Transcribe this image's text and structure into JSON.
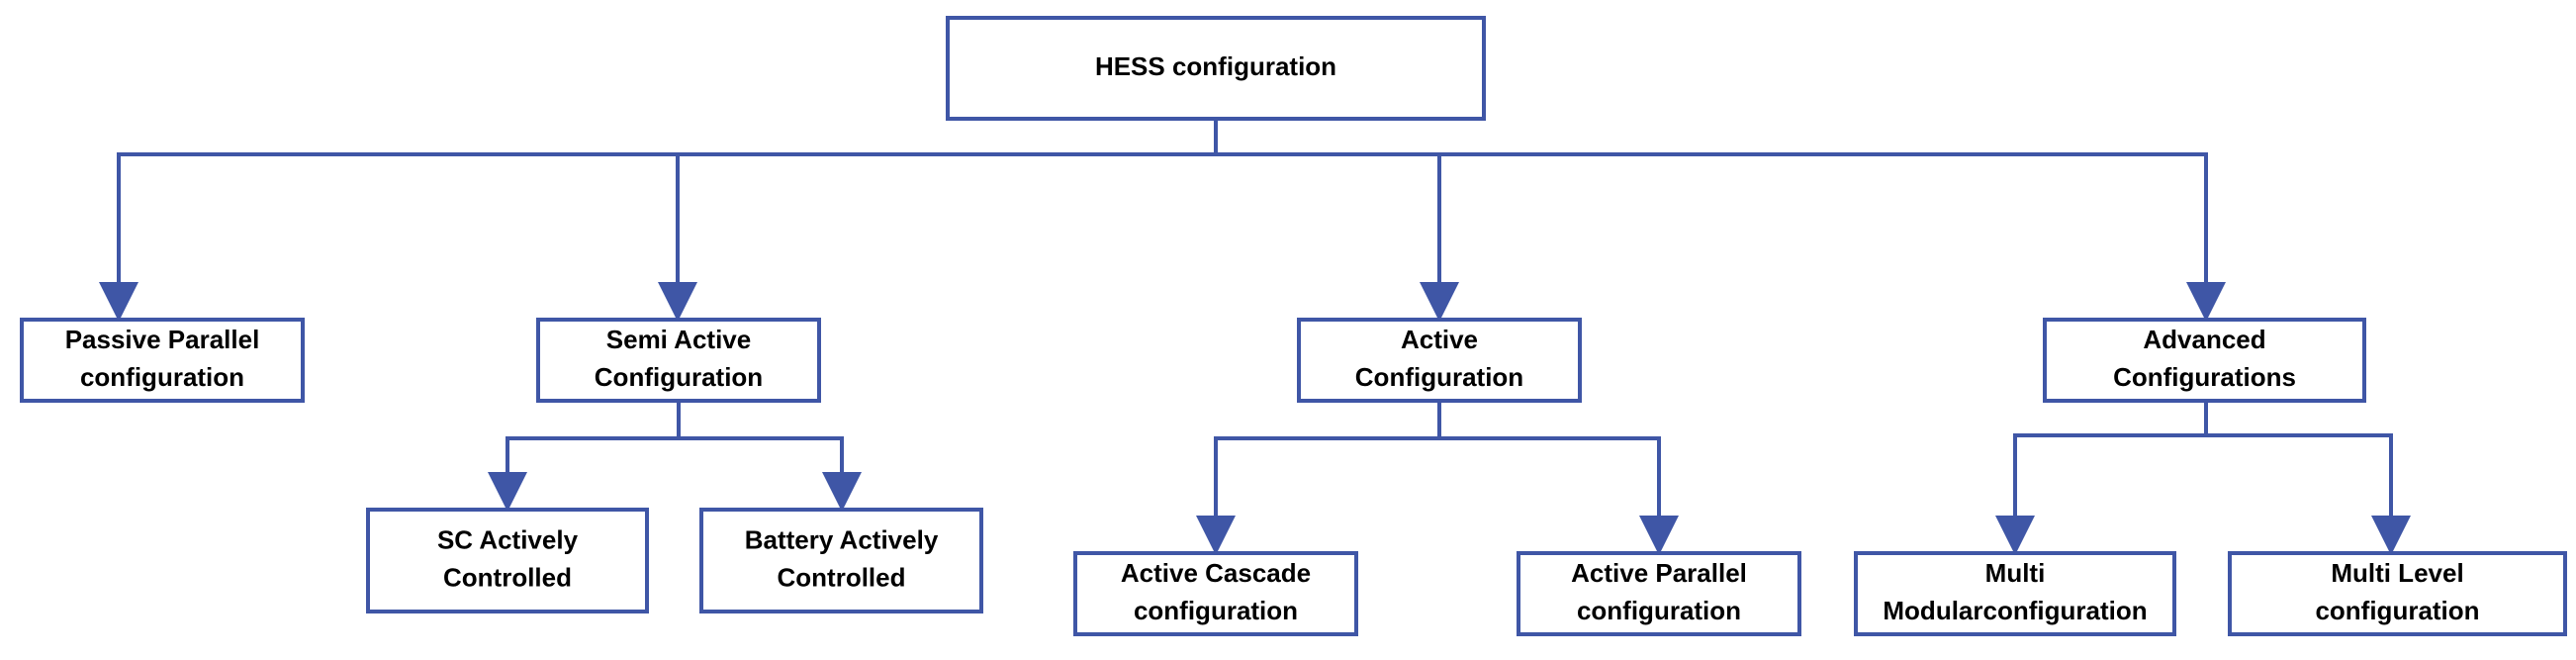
{
  "colors": {
    "stroke": "#3F56A6",
    "text": "#000000",
    "background": "#FFFFFF"
  },
  "nodes": [
    {
      "id": "root",
      "lines": [
        "HESS configuration"
      ]
    },
    {
      "id": "passive_parallel",
      "lines": [
        "Passive Parallel",
        "configuration"
      ]
    },
    {
      "id": "semi_active",
      "lines": [
        "Semi Active",
        "Configuration"
      ]
    },
    {
      "id": "active",
      "lines": [
        "Active",
        "Configuration"
      ]
    },
    {
      "id": "advanced",
      "lines": [
        "Advanced",
        "Configurations"
      ]
    },
    {
      "id": "sc_actively",
      "lines": [
        "SC Actively",
        "Controlled"
      ]
    },
    {
      "id": "battery_actively",
      "lines": [
        "Battery Actively",
        "Controlled"
      ]
    },
    {
      "id": "active_cascade",
      "lines": [
        "Active Cascade",
        "configuration"
      ]
    },
    {
      "id": "active_parallel",
      "lines": [
        "Active Parallel",
        "configuration"
      ]
    },
    {
      "id": "multi_modular",
      "lines": [
        "Multi",
        "Modularconfiguration"
      ]
    },
    {
      "id": "multi_level",
      "lines": [
        "Multi Level",
        "configuration"
      ]
    }
  ],
  "edges": [
    {
      "from": "root",
      "to": "passive_parallel"
    },
    {
      "from": "root",
      "to": "semi_active"
    },
    {
      "from": "root",
      "to": "active"
    },
    {
      "from": "root",
      "to": "advanced"
    },
    {
      "from": "semi_active",
      "to": "sc_actively"
    },
    {
      "from": "semi_active",
      "to": "battery_actively"
    },
    {
      "from": "active",
      "to": "active_cascade"
    },
    {
      "from": "active",
      "to": "active_parallel"
    },
    {
      "from": "advanced",
      "to": "multi_modular"
    },
    {
      "from": "advanced",
      "to": "multi_level"
    }
  ]
}
